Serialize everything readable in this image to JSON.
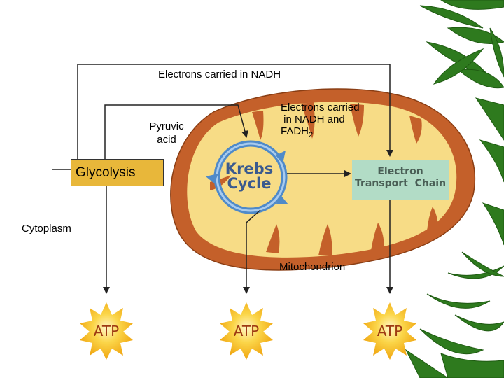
{
  "labels": {
    "nadh_top": "Electrons carried in NADH",
    "pyruvic": [
      "Pyruvic",
      "acid"
    ],
    "nadh_fadh": [
      "Electrons carried",
      " in NADH and",
      "FADH"
    ],
    "fadh_subscript": "2",
    "glycolysis": "Glycolysis",
    "cytoplasm": "Cytoplasm",
    "mitochondrion": "Mitochondrion",
    "krebs": [
      "Krebs",
      "Cycle"
    ],
    "etc": [
      "Electron",
      "Transport  Chain"
    ],
    "atp": [
      "ATP",
      "ATP",
      "ATP"
    ]
  },
  "colors": {
    "mito_outer": "#c4602a",
    "mito_inner": "#f7dc86",
    "krebs_ring": "#4f8ac9",
    "etc_box": "#b2dcc6",
    "glycolysis_box": "#e8b73a",
    "atp_star": "#f7c21a",
    "atp_text": "#9e3a12",
    "leaves": "#2e7a1e"
  }
}
